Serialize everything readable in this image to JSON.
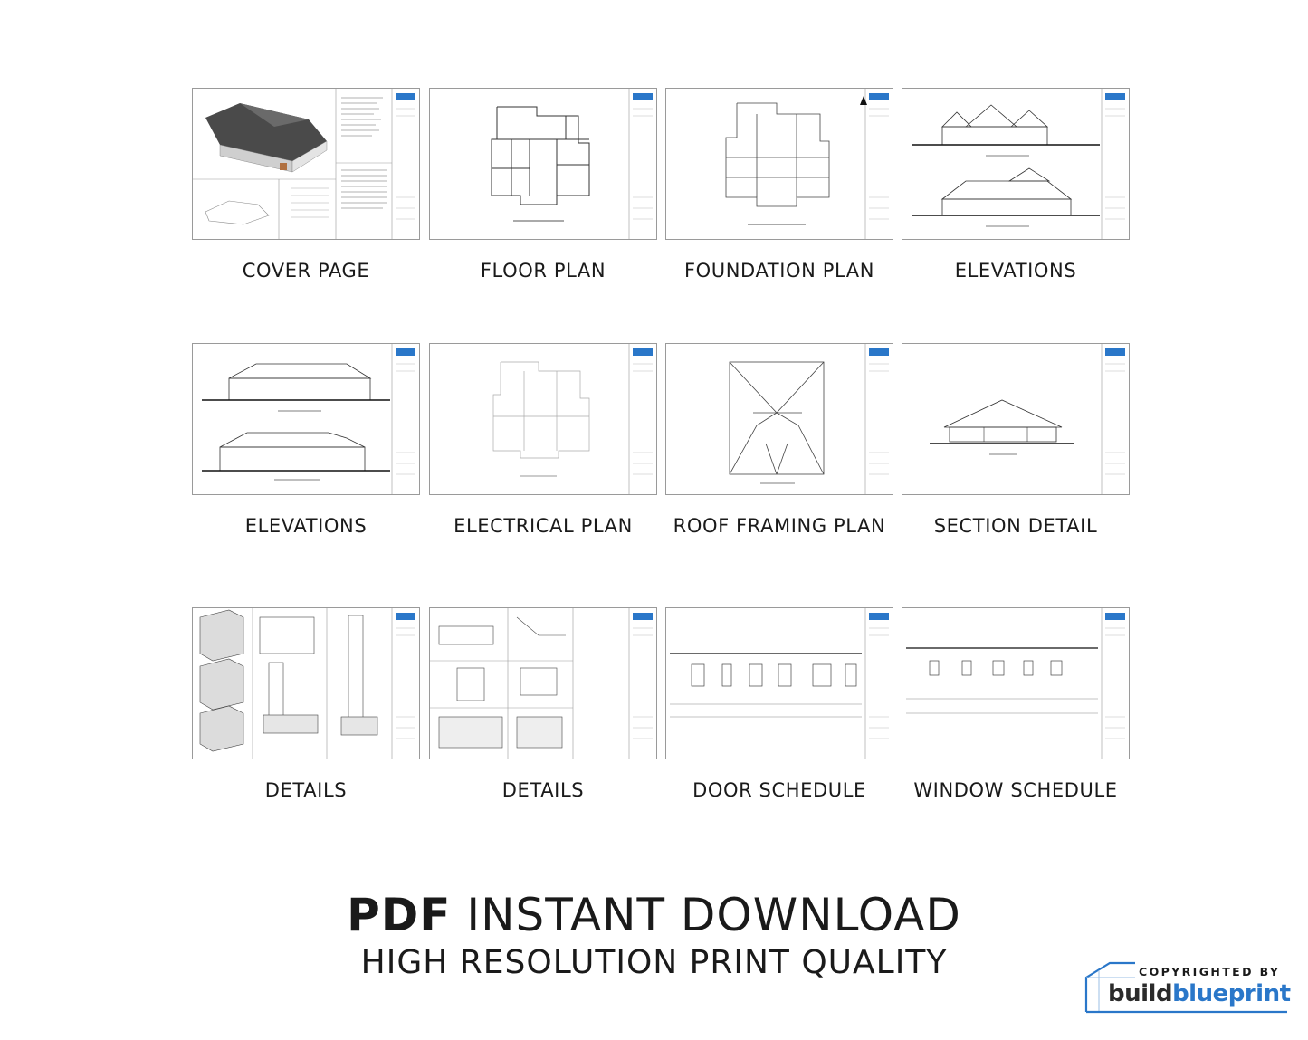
{
  "sheets": [
    {
      "id": "cover",
      "caption": "COVER PAGE"
    },
    {
      "id": "floor",
      "caption": "FLOOR PLAN"
    },
    {
      "id": "foundation",
      "caption": "FOUNDATION PLAN"
    },
    {
      "id": "elev1",
      "caption": "ELEVATIONS"
    },
    {
      "id": "elev2",
      "caption": "ELEVATIONS"
    },
    {
      "id": "electrical",
      "caption": "ELECTRICAL PLAN"
    },
    {
      "id": "roof",
      "caption": "ROOF FRAMING PLAN"
    },
    {
      "id": "section",
      "caption": "SECTION DETAIL"
    },
    {
      "id": "details1",
      "caption": "DETAILS"
    },
    {
      "id": "details2",
      "caption": "DETAILS"
    },
    {
      "id": "door",
      "caption": "DOOR SCHEDULE"
    },
    {
      "id": "window",
      "caption": "WINDOW SCHEDULE"
    }
  ],
  "headline": {
    "bold": "PDF",
    "rest": " INSTANT DOWNLOAD"
  },
  "subheadline": "HIGH RESOLUTION PRINT QUALITY",
  "brand": {
    "copyright": "COPYRIGHTED BY",
    "build": "build",
    "blueprint": "blueprint"
  },
  "colors": {
    "brand_blue": "#2a77c9",
    "text": "#1a1a1a",
    "sheet_border": "#9a9a9a"
  }
}
